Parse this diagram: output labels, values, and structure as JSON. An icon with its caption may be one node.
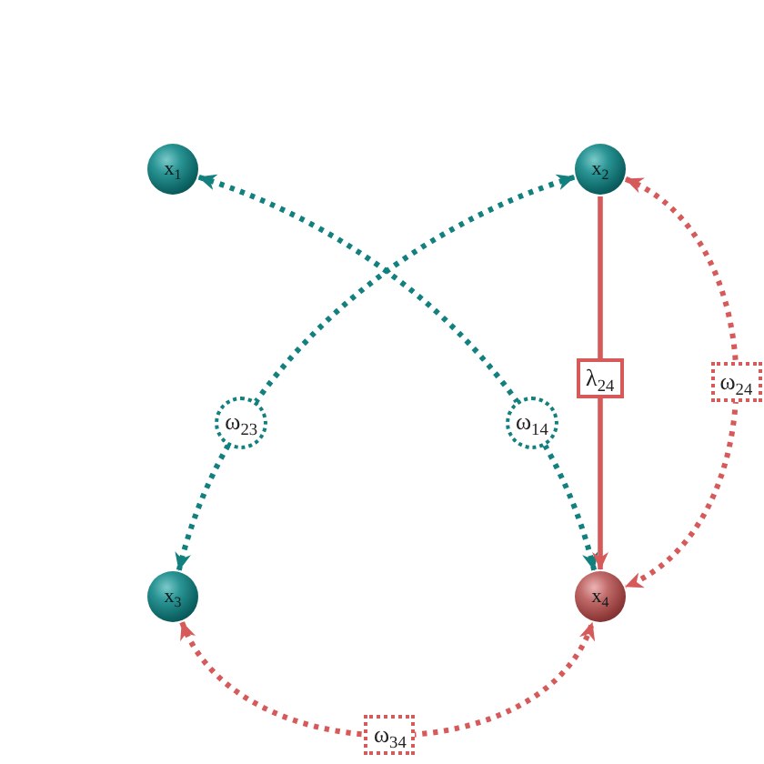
{
  "diagram": {
    "nodes": [
      {
        "text": [
          "x$_{1}$"
        ]
      },
      {
        "text": [
          "x$_{2}$"
        ]
      },
      {
        "text": [
          "x$_{3}$"
        ]
      },
      {
        "text": [
          "x$_{4}$"
        ]
      }
    ],
    "edges": [
      {
        "from": 0,
        "to": 3,
        "arrow": "both",
        "label": "ω$_{14}$",
        "style": "dashed",
        "color": "#11807f"
      },
      {
        "from": 1,
        "to": 2,
        "arrow": "both",
        "label": "ω$_{23}$",
        "style": "dashed",
        "color": "#11807f"
      },
      {
        "from": 1,
        "to": 3,
        "arrow": "to",
        "label": "λ$_{24}$"
      },
      {
        "from": 1,
        "to": 3,
        "arrow": "both",
        "label": "ω$_{24}$",
        "style": "dashed"
      },
      {
        "from": 2,
        "to": 3,
        "arrow": "both",
        "label": "ω$_{34}$",
        "style": "dashed"
      }
    ]
  }
}
